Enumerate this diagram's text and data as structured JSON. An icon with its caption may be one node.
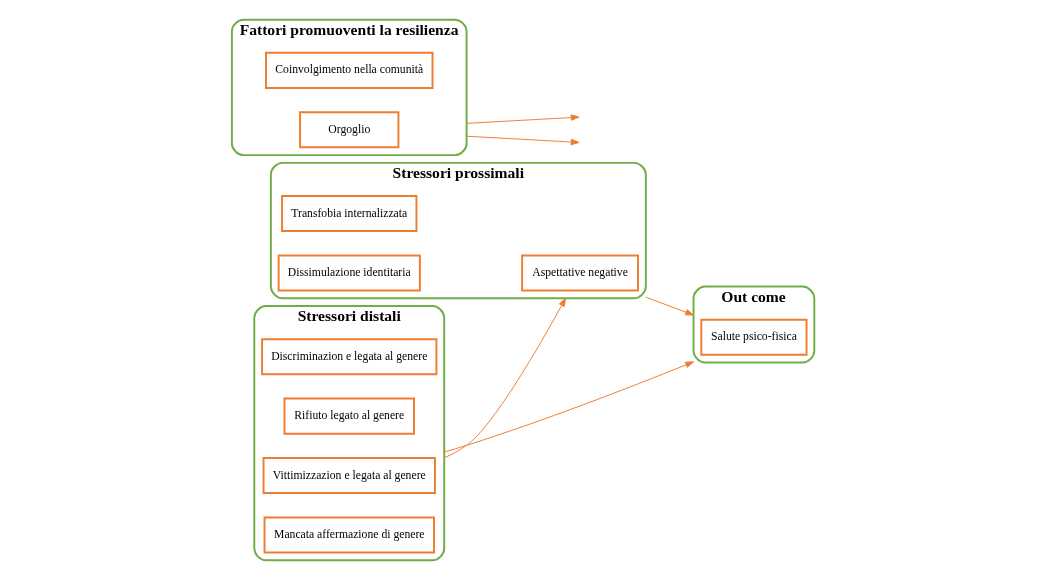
{
  "diagram": {
    "nodes": [
      {
        "text": [
          "Stressori distali"
        ]
      },
      {
        "text": [
          "Discriminazion e legata al genere"
        ],
        "in": 0
      },
      {
        "text": [
          "Rifiuto legato al genere"
        ],
        "in": 0
      },
      {
        "text": [
          "Vittimizzazion e legata al genere"
        ],
        "in": 0
      },
      {
        "text": [
          "Mancata affermazione di genere"
        ],
        "in": 0
      },
      {
        "text": [
          "Stressori prossimali"
        ]
      },
      {
        "text": [
          "Transfobia internalizzata"
        ],
        "in": 5
      },
      {
        "text": [
          "Aspettative negative"
        ],
        "in": 5
      },
      {
        "text": [
          "Dissimulazione identitaria"
        ],
        "in": 5
      },
      {
        "text": [
          "Fattori promuoventi la resilienza"
        ]
      },
      {
        "text": [
          "Coinvolgimento nella comunità"
        ],
        "in": 9
      },
      {
        "text": [
          "Orgoglio"
        ],
        "in": 9
      },
      {
        "text": [
          "Out come"
        ]
      },
      {
        "text": [
          "Salute psico-fisica"
        ],
        "in": 12
      }
    ],
    "edges": [
      {
        "from": 0,
        "to": 12,
        "arrow": "to"
      },
      {
        "from": 0,
        "to": 5,
        "arrow": "to"
      },
      {
        "from": 5,
        "to": 12,
        "arrow": "to"
      },
      {
        "from": 9,
        "to": null,
        "arrow": "to"
      },
      {
        "from": 9,
        "to": null,
        "arrow": "to"
      }
    ]
  }
}
